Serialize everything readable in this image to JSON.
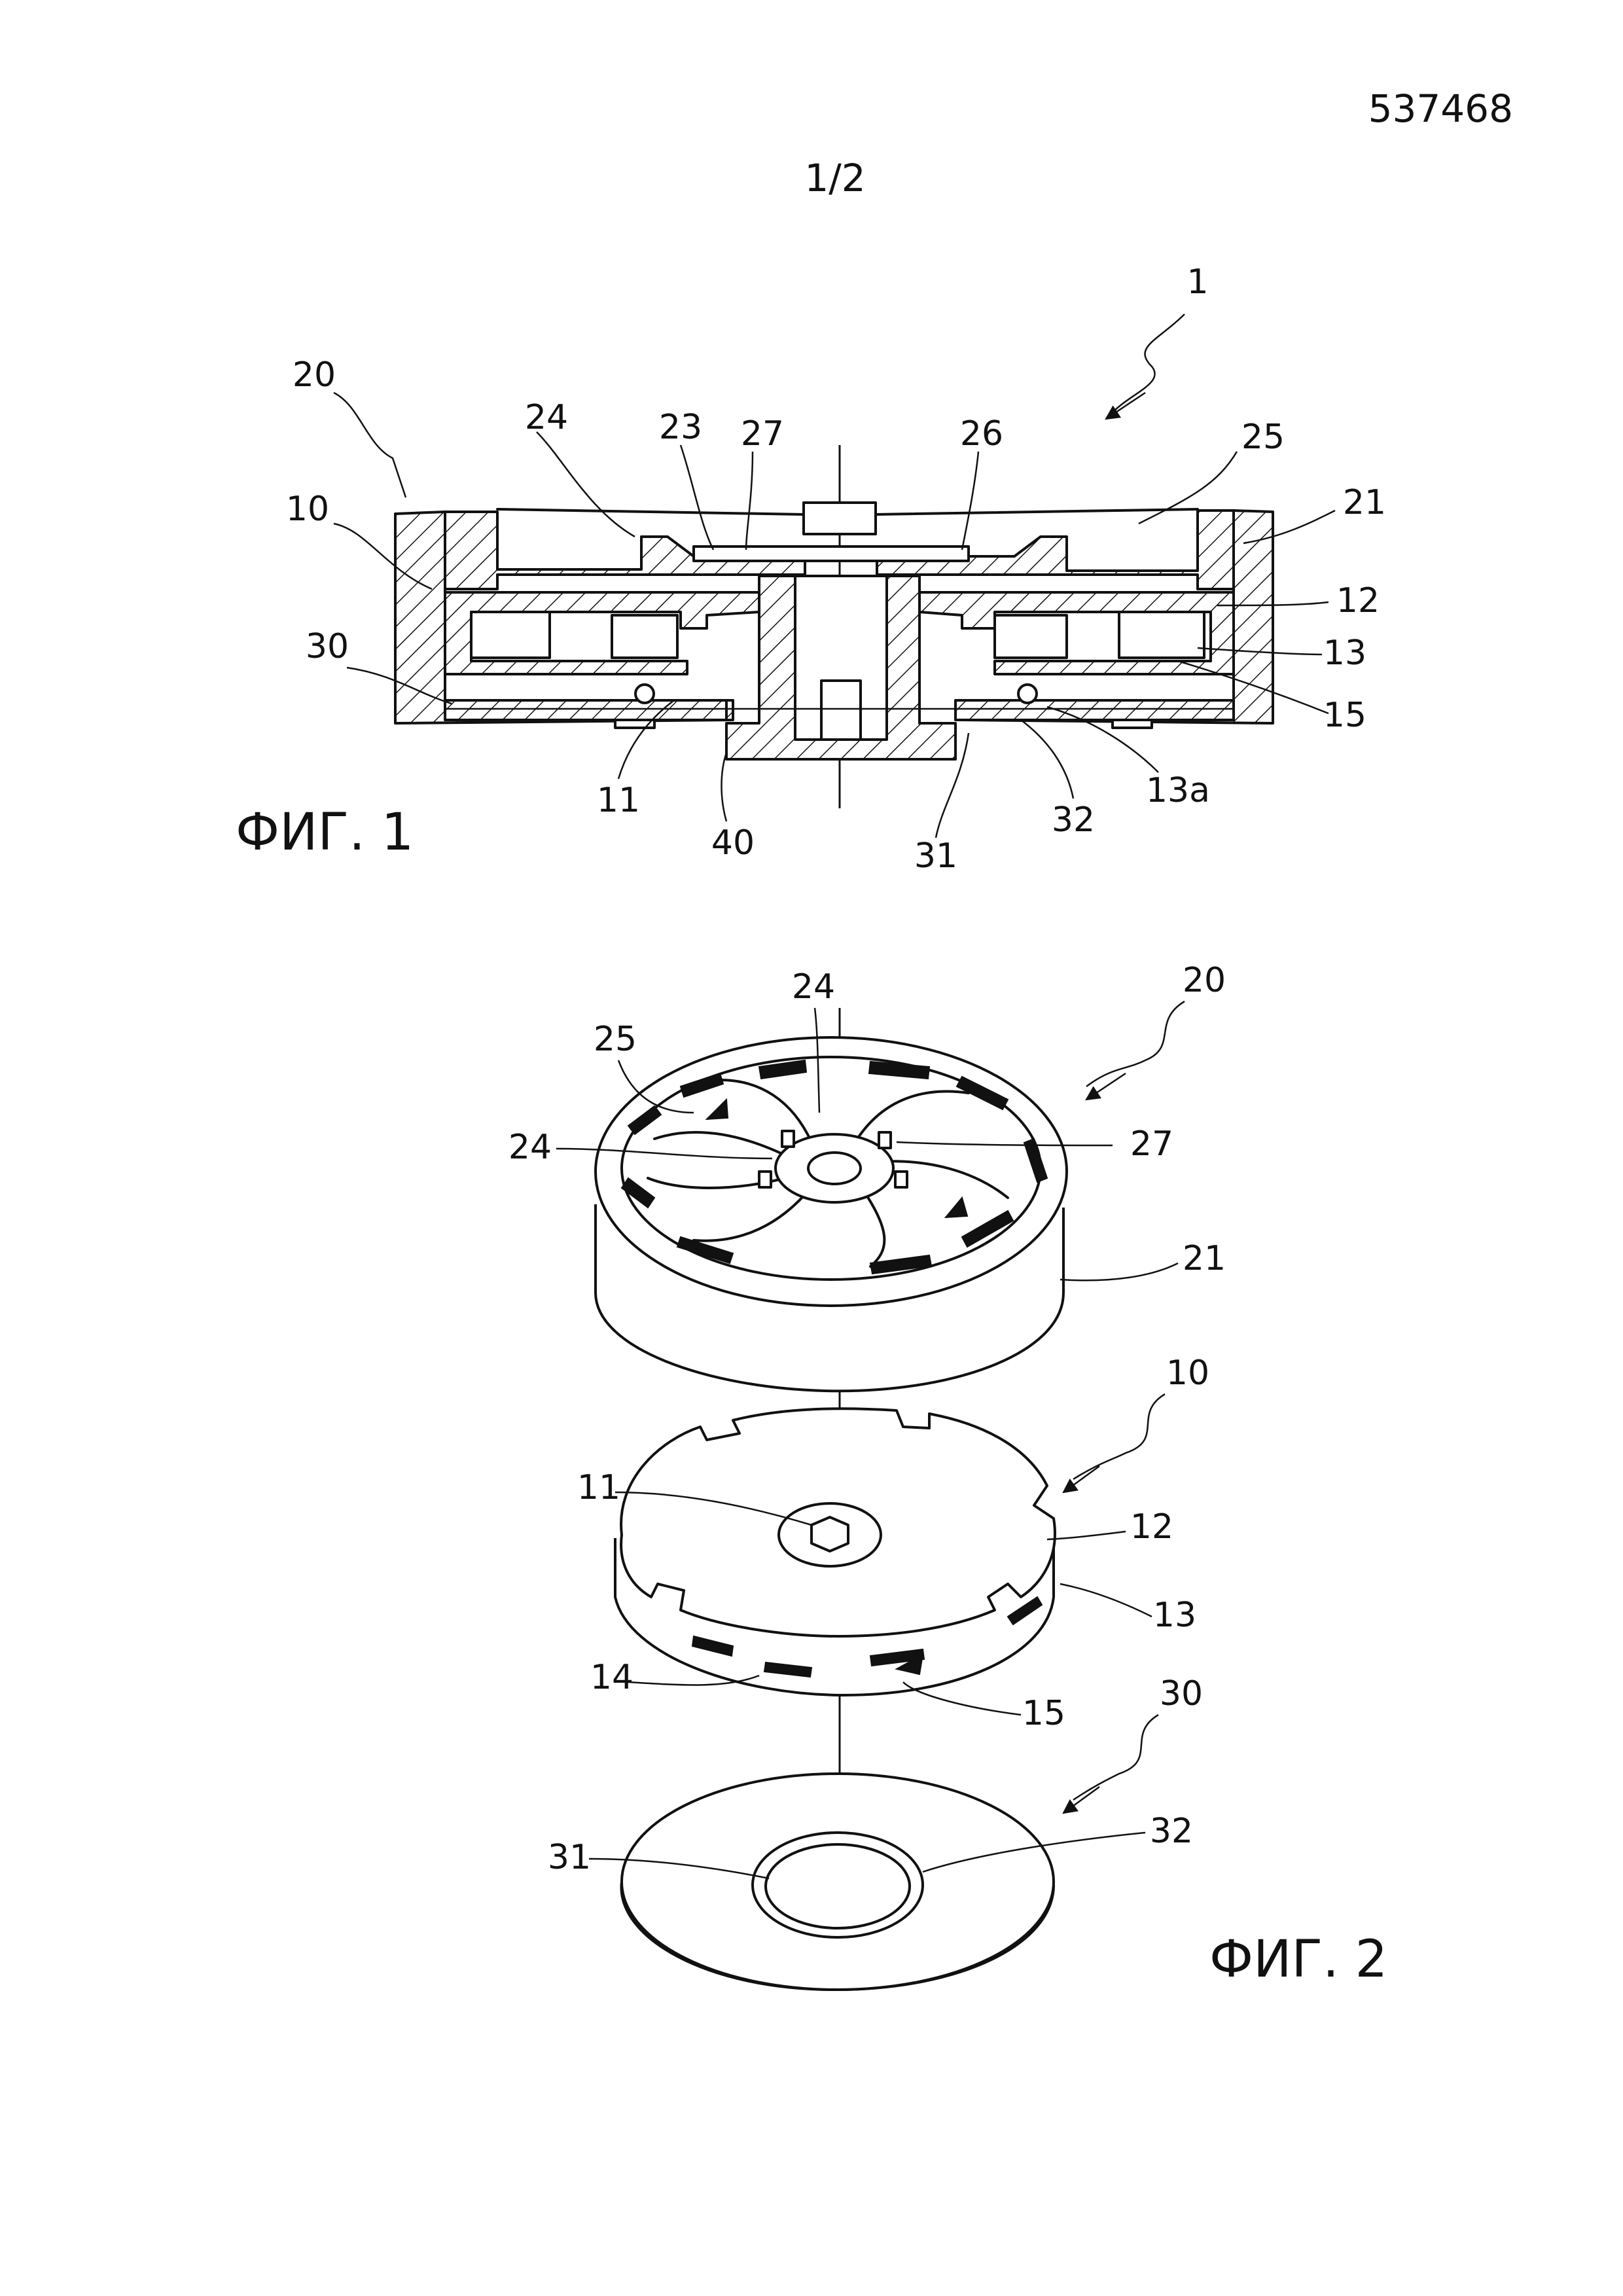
{
  "header": {
    "patent_number": "537468",
    "sheet_number": "1/2"
  },
  "figure1": {
    "caption": "ФИГ. 1",
    "labels": {
      "l1": "1",
      "l20": "20",
      "l10": "10",
      "l30": "30",
      "l24": "24",
      "l23": "23",
      "l27": "27",
      "l26": "26",
      "l25": "25",
      "l21": "21",
      "l12": "12",
      "l13": "13",
      "l15": "15",
      "l11": "11",
      "l40": "40",
      "l31": "31",
      "l32": "32",
      "l13a": "13a"
    }
  },
  "figure2": {
    "caption": "ФИГ. 2",
    "labels": {
      "l24top": "24",
      "l20": "20",
      "l25": "25",
      "l24left": "24",
      "l27": "27",
      "l21": "21",
      "l10": "10",
      "l11": "11",
      "l12": "12",
      "l13": "13",
      "l14": "14",
      "l15": "15",
      "l30": "30",
      "l31": "31",
      "l32": "32"
    }
  }
}
